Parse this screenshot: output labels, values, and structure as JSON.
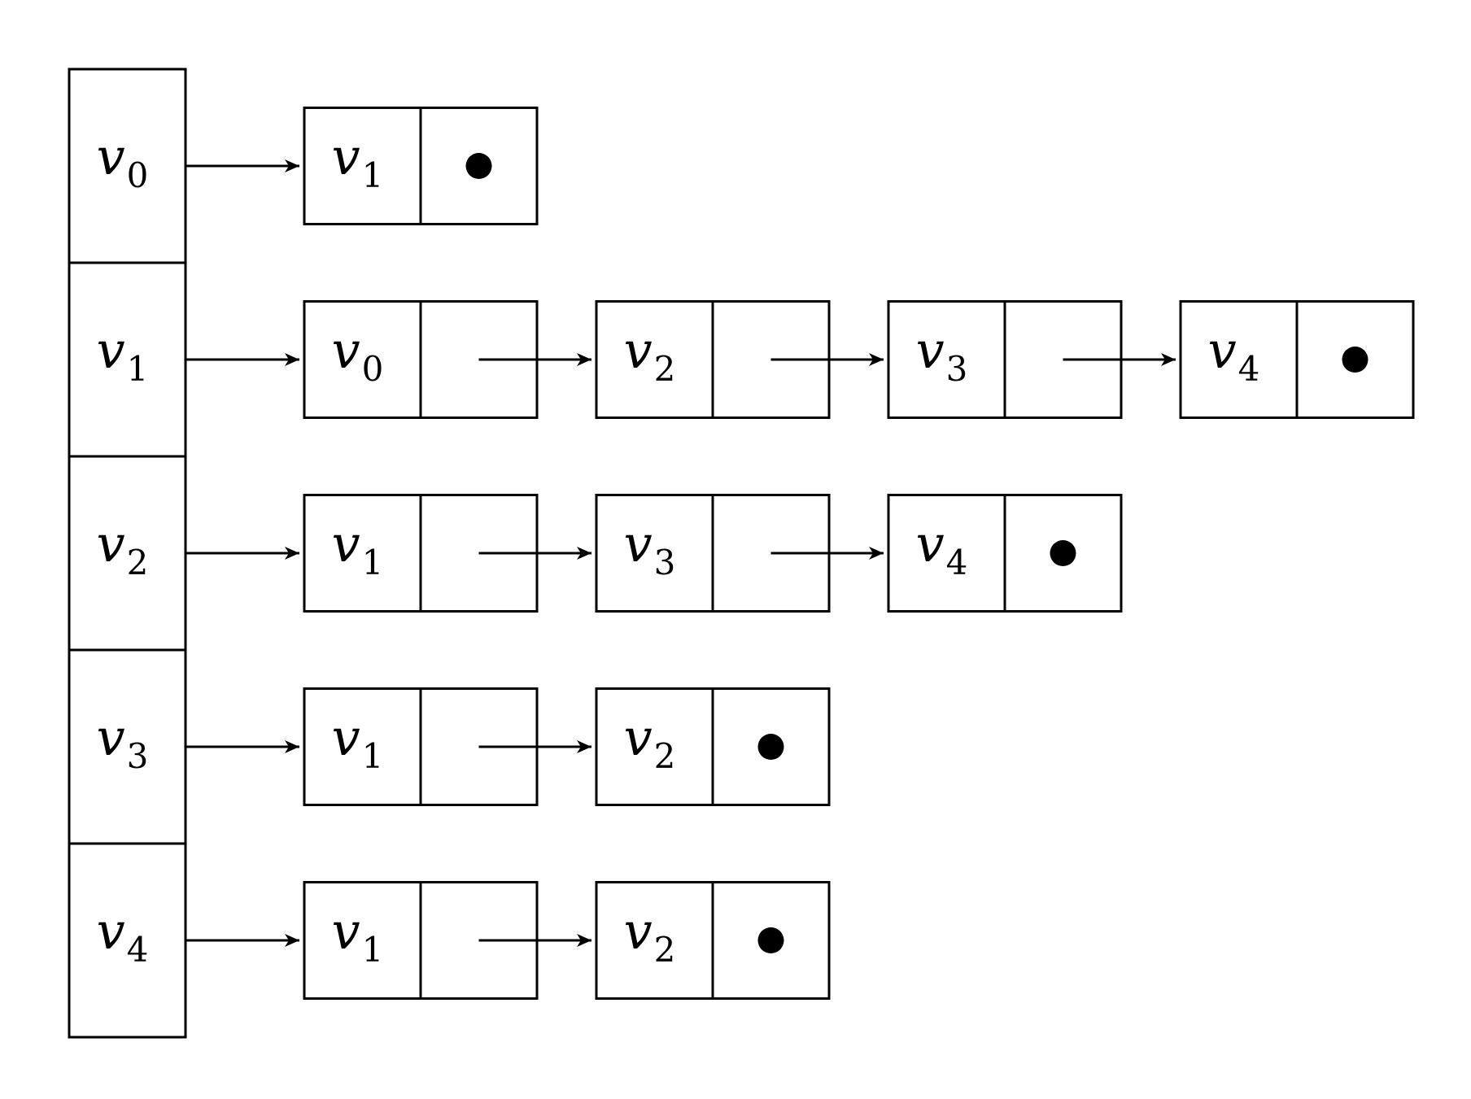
{
  "diagram": {
    "type": "adjacency-list",
    "vertex_symbol": "v",
    "head_array": [
      {
        "base": "v",
        "index": "0"
      },
      {
        "base": "v",
        "index": "1"
      },
      {
        "base": "v",
        "index": "2"
      },
      {
        "base": "v",
        "index": "3"
      },
      {
        "base": "v",
        "index": "4"
      }
    ],
    "adjacency_lists": [
      [
        {
          "base": "v",
          "index": "1"
        }
      ],
      [
        {
          "base": "v",
          "index": "0"
        },
        {
          "base": "v",
          "index": "2"
        },
        {
          "base": "v",
          "index": "3"
        },
        {
          "base": "v",
          "index": "4"
        }
      ],
      [
        {
          "base": "v",
          "index": "1"
        },
        {
          "base": "v",
          "index": "3"
        },
        {
          "base": "v",
          "index": "4"
        }
      ],
      [
        {
          "base": "v",
          "index": "1"
        },
        {
          "base": "v",
          "index": "2"
        }
      ],
      [
        {
          "base": "v",
          "index": "1"
        },
        {
          "base": "v",
          "index": "2"
        }
      ]
    ],
    "colors": {
      "line": "#000000",
      "background": "#ffffff",
      "null_marker": "#000000"
    },
    "null_marker_icon": "filled-circle"
  }
}
